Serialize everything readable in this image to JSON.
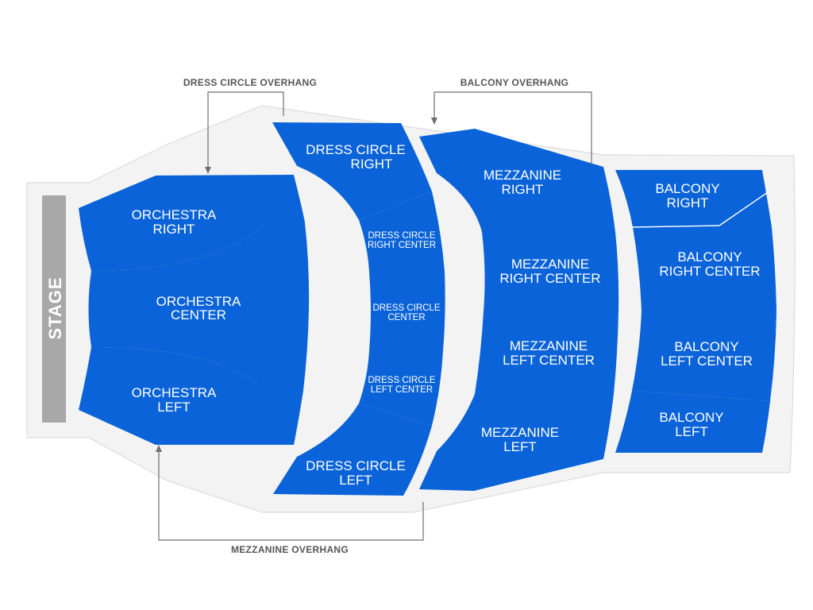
{
  "stage": {
    "label": "STAGE"
  },
  "sections": {
    "orchestra_right": [
      "ORCHESTRA",
      "RIGHT"
    ],
    "orchestra_center": [
      "ORCHESTRA",
      "CENTER"
    ],
    "orchestra_left": [
      "ORCHESTRA",
      "LEFT"
    ],
    "dress_circle_right": [
      "DRESS CIRCLE",
      "RIGHT"
    ],
    "dress_circle_right_center": [
      "DRESS CIRCLE",
      "RIGHT CENTER"
    ],
    "dress_circle_center": [
      "DRESS CIRCLE",
      "CENTER"
    ],
    "dress_circle_left_center": [
      "DRESS CIRCLE",
      "LEFT CENTER"
    ],
    "dress_circle_left": [
      "DRESS CIRCLE",
      "LEFT"
    ],
    "mezzanine_right": [
      "MEZZANINE",
      "RIGHT"
    ],
    "mezzanine_right_center": [
      "MEZZANINE",
      "RIGHT CENTER"
    ],
    "mezzanine_left_center": [
      "MEZZANINE",
      "LEFT CENTER"
    ],
    "mezzanine_left": [
      "MEZZANINE",
      "LEFT"
    ],
    "balcony_right": [
      "BALCONY",
      "RIGHT"
    ],
    "balcony_right_center": [
      "BALCONY",
      "RIGHT CENTER"
    ],
    "balcony_left_center": [
      "BALCONY",
      "LEFT CENTER"
    ],
    "balcony_left": [
      "BALCONY",
      "LEFT"
    ]
  },
  "annotations": {
    "dress_circle_overhang": "DRESS CIRCLE OVERHANG",
    "balcony_overhang": "BALCONY OVERHANG",
    "mezzanine_overhang": "MEZZANINE OVERHANG"
  },
  "colors": {
    "section": "#0a63d8",
    "floor": "#f3f3f3",
    "floor_border": "#dcdcdc",
    "stage": "#a8a8a8",
    "annotation": "#555555"
  }
}
